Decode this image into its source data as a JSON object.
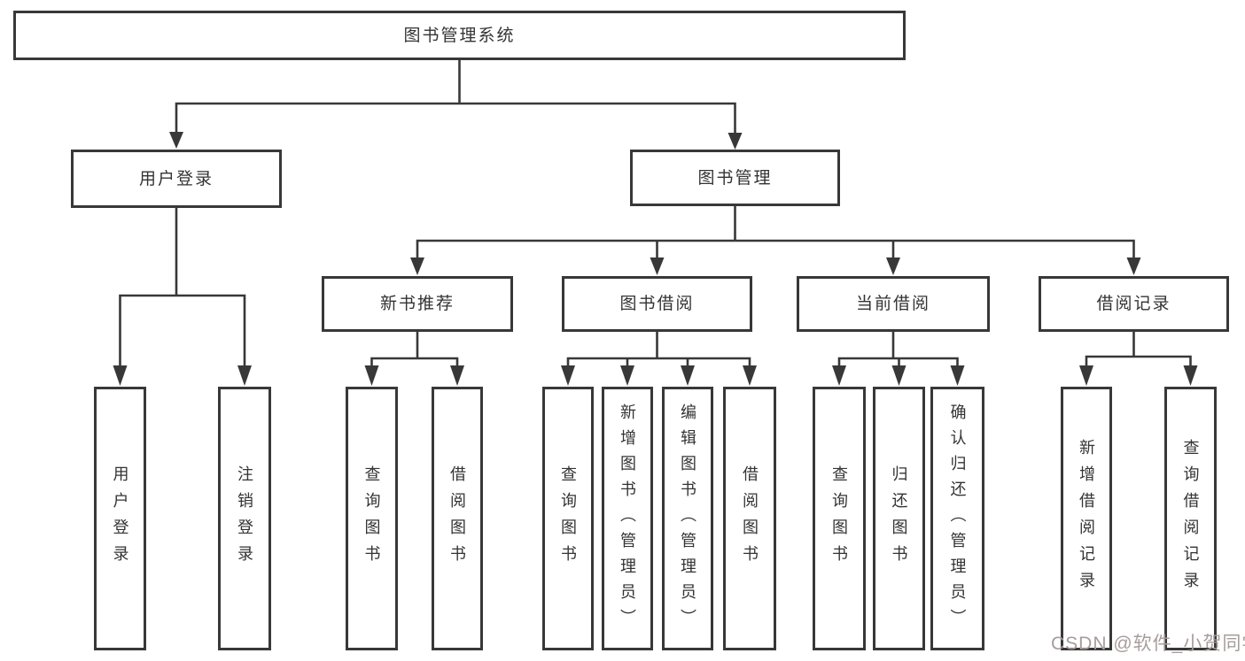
{
  "tree": {
    "root": {
      "label": "图书管理系统"
    },
    "branches": [
      {
        "label": "用户登录",
        "children": [
          {
            "label": "用户登录"
          },
          {
            "label": "注销登录"
          }
        ]
      },
      {
        "label": "图书管理",
        "children": [
          {
            "label": "新书推荐",
            "children": [
              {
                "label": "查询图书"
              },
              {
                "label": "借阅图书"
              }
            ]
          },
          {
            "label": "图书借阅",
            "children": [
              {
                "label": "查询图书"
              },
              {
                "label": "新增图书（管理员）"
              },
              {
                "label": "编辑图书（管理员）"
              },
              {
                "label": "借阅图书"
              }
            ]
          },
          {
            "label": "当前借阅",
            "children": [
              {
                "label": "查询图书"
              },
              {
                "label": "归还图书"
              },
              {
                "label": "确认归还（管理员）"
              }
            ]
          },
          {
            "label": "借阅记录",
            "children": [
              {
                "label": "新增借阅记录"
              },
              {
                "label": "查询借阅记录"
              }
            ]
          }
        ]
      }
    ]
  },
  "watermark": {
    "text": "CSDN @软件_小贺同学",
    "color": "#a89c9c"
  },
  "colors": {
    "line": "#383838",
    "box_border": "#383838",
    "text": "#333333",
    "background": "#ffffff"
  }
}
